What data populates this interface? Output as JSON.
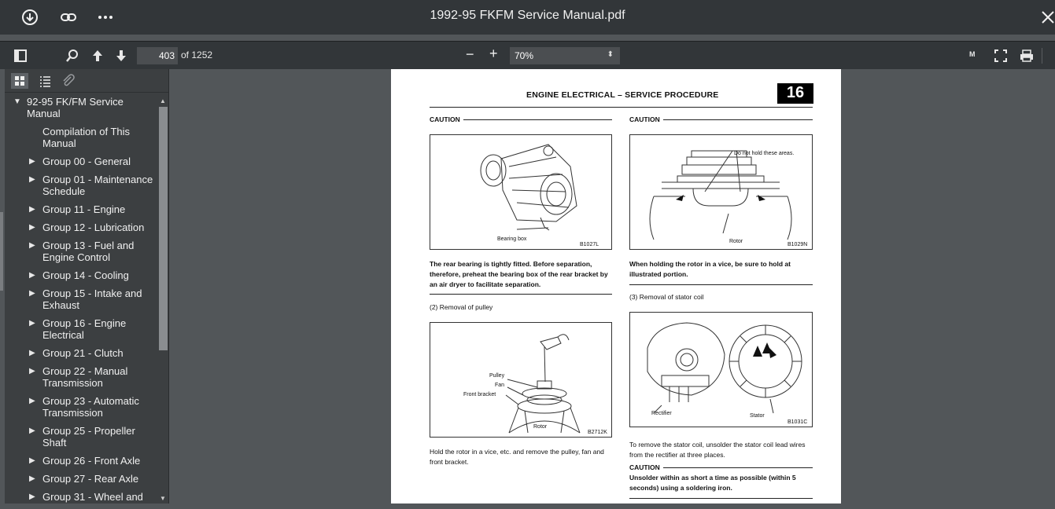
{
  "titlebar": {
    "title": "1992-95 FKFM Service Manual.pdf",
    "icons": [
      "download-icon",
      "link-icon",
      "more-icon",
      "close-icon"
    ]
  },
  "toolbar": {
    "page_current": "403",
    "page_total": "of 1252",
    "zoom_value": "70%",
    "zoom_out": "−",
    "zoom_in": "+",
    "presenter_label": "M"
  },
  "sidebar": {
    "tabs": [
      "thumbnails-icon",
      "outline-icon",
      "attachments-icon"
    ],
    "outline": [
      {
        "label": "92-95 FK/FM Service Manual",
        "expanded": true
      },
      {
        "label": "Compilation of This Manual"
      },
      {
        "label": "Group 00 - General"
      },
      {
        "label": "Group 01 - Maintenance Schedule"
      },
      {
        "label": "Group 11 - Engine"
      },
      {
        "label": "Group 12 - Lubrication"
      },
      {
        "label": "Group 13 - Fuel and Engine Control"
      },
      {
        "label": "Group 14 - Cooling"
      },
      {
        "label": "Group 15 - Intake and Exhaust"
      },
      {
        "label": "Group 16 - Engine Electrical"
      },
      {
        "label": "Group 21 - Clutch"
      },
      {
        "label": "Group 22 - Manual Transmission"
      },
      {
        "label": "Group 23 - Automatic Transmission"
      },
      {
        "label": "Group 25 - Propeller Shaft"
      },
      {
        "label": "Group 26 - Front Axle"
      },
      {
        "label": "Group 27 - Rear Axle"
      },
      {
        "label": "Group 31 - Wheel and"
      }
    ]
  },
  "page": {
    "header": "ENGINE ELECTRICAL – SERVICE PROCEDURE",
    "section_number": "16",
    "left": {
      "caution_label": "CAUTION",
      "fig1_label": "Bearing box",
      "fig1_code": "B1027L",
      "para1": "The rear bearing is tightly fitted. Before separation, therefore, preheat the bearing box of the rear bracket by an air dryer to facilitate separation.",
      "step2": "(2)  Removal of pulley",
      "fig2_labels": [
        "Pulley",
        "Fan",
        "Front bracket",
        "Rotor"
      ],
      "fig2_code": "B2712K",
      "para2": "Hold the rotor in a vice, etc. and remove the pulley, fan and front bracket."
    },
    "right": {
      "caution_label": "CAUTION",
      "fig1_label_top": "Do not hold these areas.",
      "fig1_label_bottom": "Rotor",
      "fig1_code": "B1029N",
      "para1": "When holding the rotor in a vice, be sure to hold at illustrated portion.",
      "step3": "(3)  Removal of stator coil",
      "fig2_labels": [
        "Rectifier",
        "Stator"
      ],
      "fig2_code": "B1031C",
      "para2": "To remove the stator coil, unsolder the stator coil lead wires from the rectifier at three places.",
      "caution2_label": "CAUTION",
      "caution2_text": "Unsolder within as short a time as possible (within 5 seconds) using a soldering iron."
    }
  }
}
